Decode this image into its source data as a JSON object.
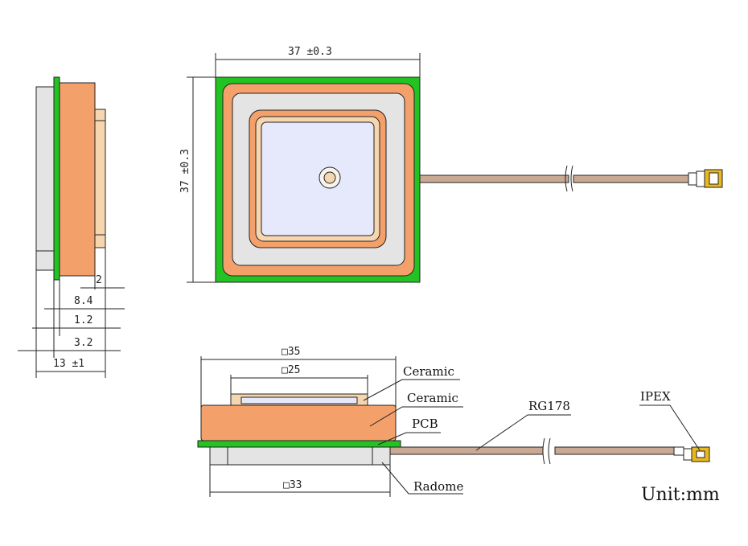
{
  "colors": {
    "pcb": "#22c322",
    "ceramic": "#f4a06b",
    "ceramic_inner": "#f6d6ae",
    "patch": "#e6e8fb",
    "radome": "#e4e4e4",
    "cable": "#c9a993",
    "connector": "#e8b820"
  },
  "side_view": {
    "dims": [
      "2",
      "8.4",
      "1.2",
      "3.2",
      "13 ±1"
    ]
  },
  "top_view": {
    "width_dim": "37 ±0.3",
    "height_dim": "37 ±0.3"
  },
  "front_view": {
    "dims": {
      "top_outer": "□35",
      "top_inner": "□25",
      "bottom": "□33"
    },
    "labels": {
      "ceramic1": "Ceramic",
      "ceramic2": "Ceramic",
      "pcb": "PCB",
      "radome": "Radome",
      "cable": "RG178",
      "connector": "IPEX"
    }
  },
  "unit": "Unit:mm"
}
